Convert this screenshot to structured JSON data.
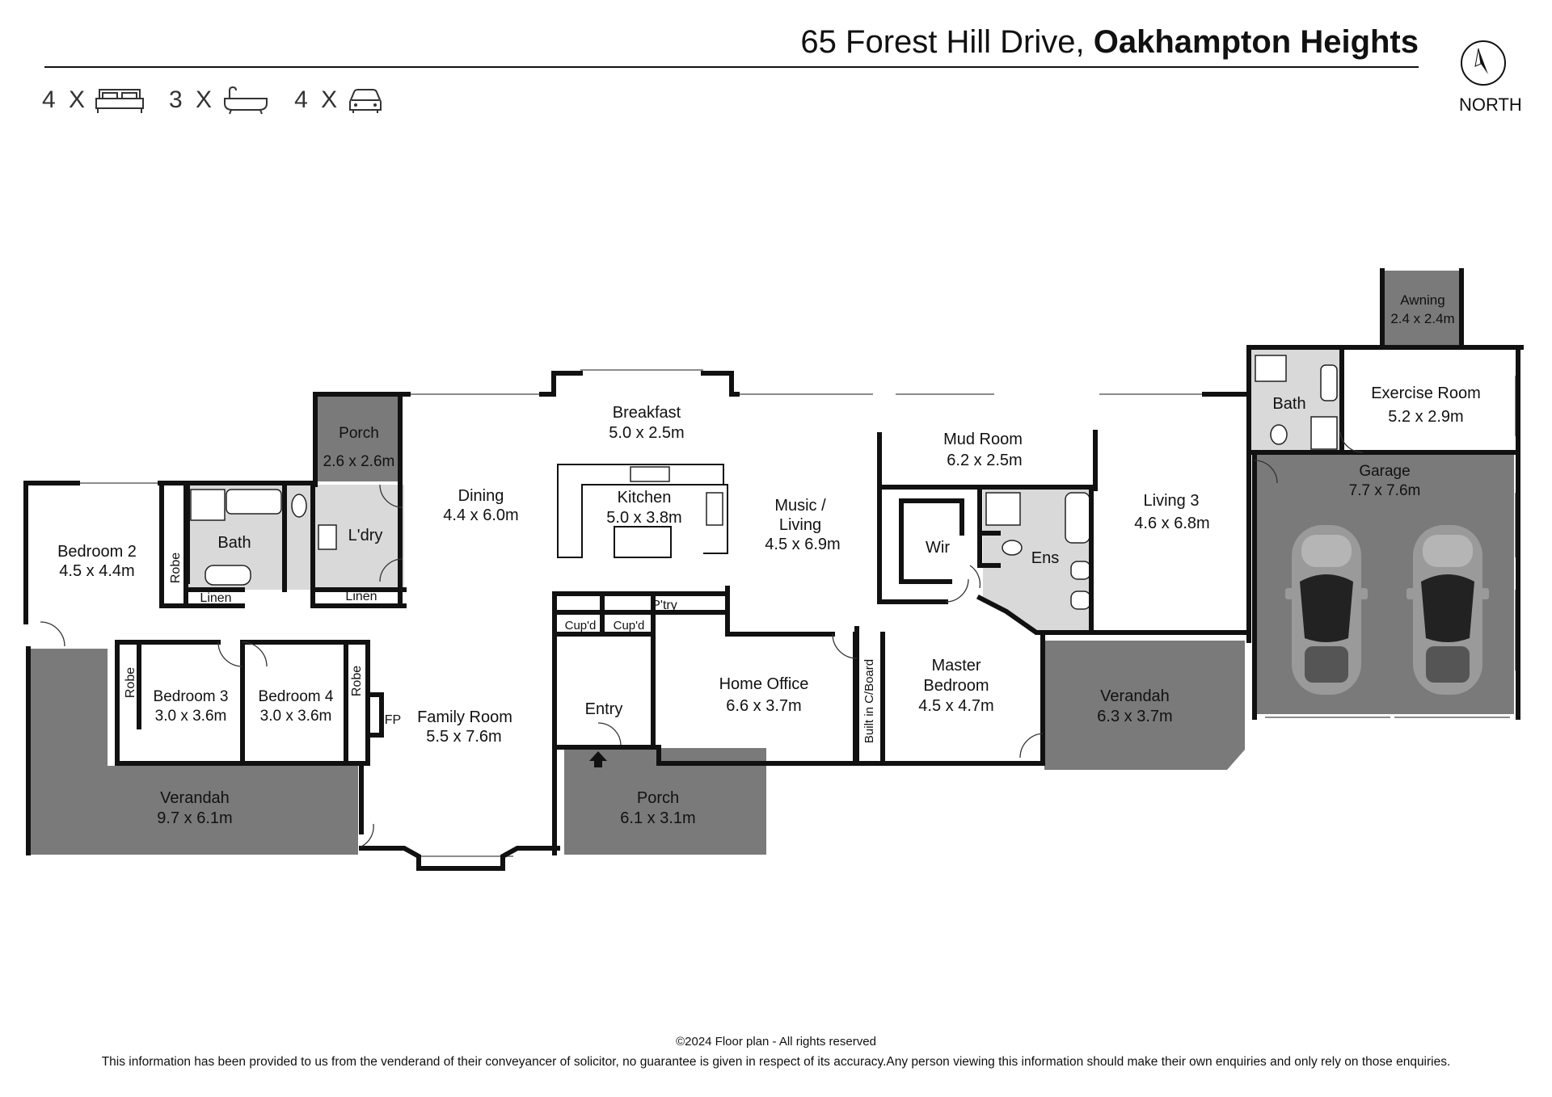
{
  "header": {
    "street": "65 Forest Hill Drive,",
    "suburb": "Oakhampton Heights"
  },
  "features": {
    "bedrooms": "4 X",
    "bathrooms": "3 X",
    "cars": "4 X",
    "bed_icon": "bed-icon",
    "bath_icon": "bathtub-icon",
    "car_icon": "car-icon"
  },
  "compass": {
    "label": "NORTH",
    "icon": "compass-icon"
  },
  "rooms": {
    "awning": {
      "name": "Awning",
      "size": "2.4 x 2.4m"
    },
    "bath_garage": {
      "name": "Bath"
    },
    "exercise": {
      "name": "Exercise Room",
      "size": "5.2 x 2.9m"
    },
    "garage": {
      "name": "Garage",
      "size": "7.7 x 7.6m"
    },
    "breakfast": {
      "name": "Breakfast",
      "size": "5.0 x 2.5m"
    },
    "porch_north": {
      "name": "Porch",
      "size": "2.6 x 2.6m"
    },
    "dining": {
      "name": "Dining",
      "size": "4.4 x 6.0m"
    },
    "kitchen": {
      "name": "Kitchen",
      "size": "5.0 x 3.8m"
    },
    "music_living": {
      "line1": "Music /",
      "line2": "Living",
      "size": "4.5 x 6.9m"
    },
    "mud_room": {
      "name": "Mud Room",
      "size": "6.2 x 2.5m"
    },
    "living3": {
      "name": "Living 3",
      "size": "4.6 x 6.8m"
    },
    "bedroom2": {
      "name": "Bedroom 2",
      "size": "4.5 x 4.4m"
    },
    "robe_b2": {
      "name": "Robe"
    },
    "bath_main": {
      "name": "Bath"
    },
    "ldry": {
      "name": "L'dry"
    },
    "linen1": {
      "name": "Linen"
    },
    "linen2": {
      "name": "Linen"
    },
    "wir": {
      "name": "Wir"
    },
    "ens": {
      "name": "Ens"
    },
    "ptry": {
      "name": "P'try"
    },
    "cupd1": {
      "name": "Cup'd"
    },
    "cupd2": {
      "name": "Cup'd"
    },
    "robe_b3": {
      "name": "Robe"
    },
    "bedroom3": {
      "name": "Bedroom 3",
      "size": "3.0 x 3.6m"
    },
    "bedroom4": {
      "name": "Bedroom 4",
      "size": "3.0 x 3.6m"
    },
    "robe_b4": {
      "name": "Robe"
    },
    "fp": {
      "name": "FP"
    },
    "family_room": {
      "name": "Family Room",
      "size": "5.5 x 7.6m"
    },
    "entry": {
      "name": "Entry"
    },
    "home_office": {
      "name": "Home Office",
      "size": "6.6 x 3.7m"
    },
    "built_in": {
      "name": "Built in C/Board"
    },
    "master": {
      "line1": "Master",
      "line2": "Bedroom",
      "size": "4.5 x 4.7m"
    },
    "verandah_east": {
      "name": "Verandah",
      "size": "6.3 x 3.7m"
    },
    "verandah_west": {
      "name": "Verandah",
      "size": "9.7 x 6.1m"
    },
    "porch_front": {
      "name": "Porch",
      "size": "6.1 x 3.1m"
    }
  },
  "colors": {
    "wall": "#111111",
    "outdoor": "#7a7a7a",
    "wet_area": "#d9d9d9",
    "car": "#9a9a9a",
    "background": "#ffffff"
  },
  "footer": {
    "copyright": "©2024 Floor plan  - All rights reserved",
    "disclaimer": "This information has been provided to us from the venderand of their conveyancer of solicitor, no guarantee is given in respect of its accuracy.Any person viewing this information should make their own enquiries and only rely on those enquiries."
  }
}
